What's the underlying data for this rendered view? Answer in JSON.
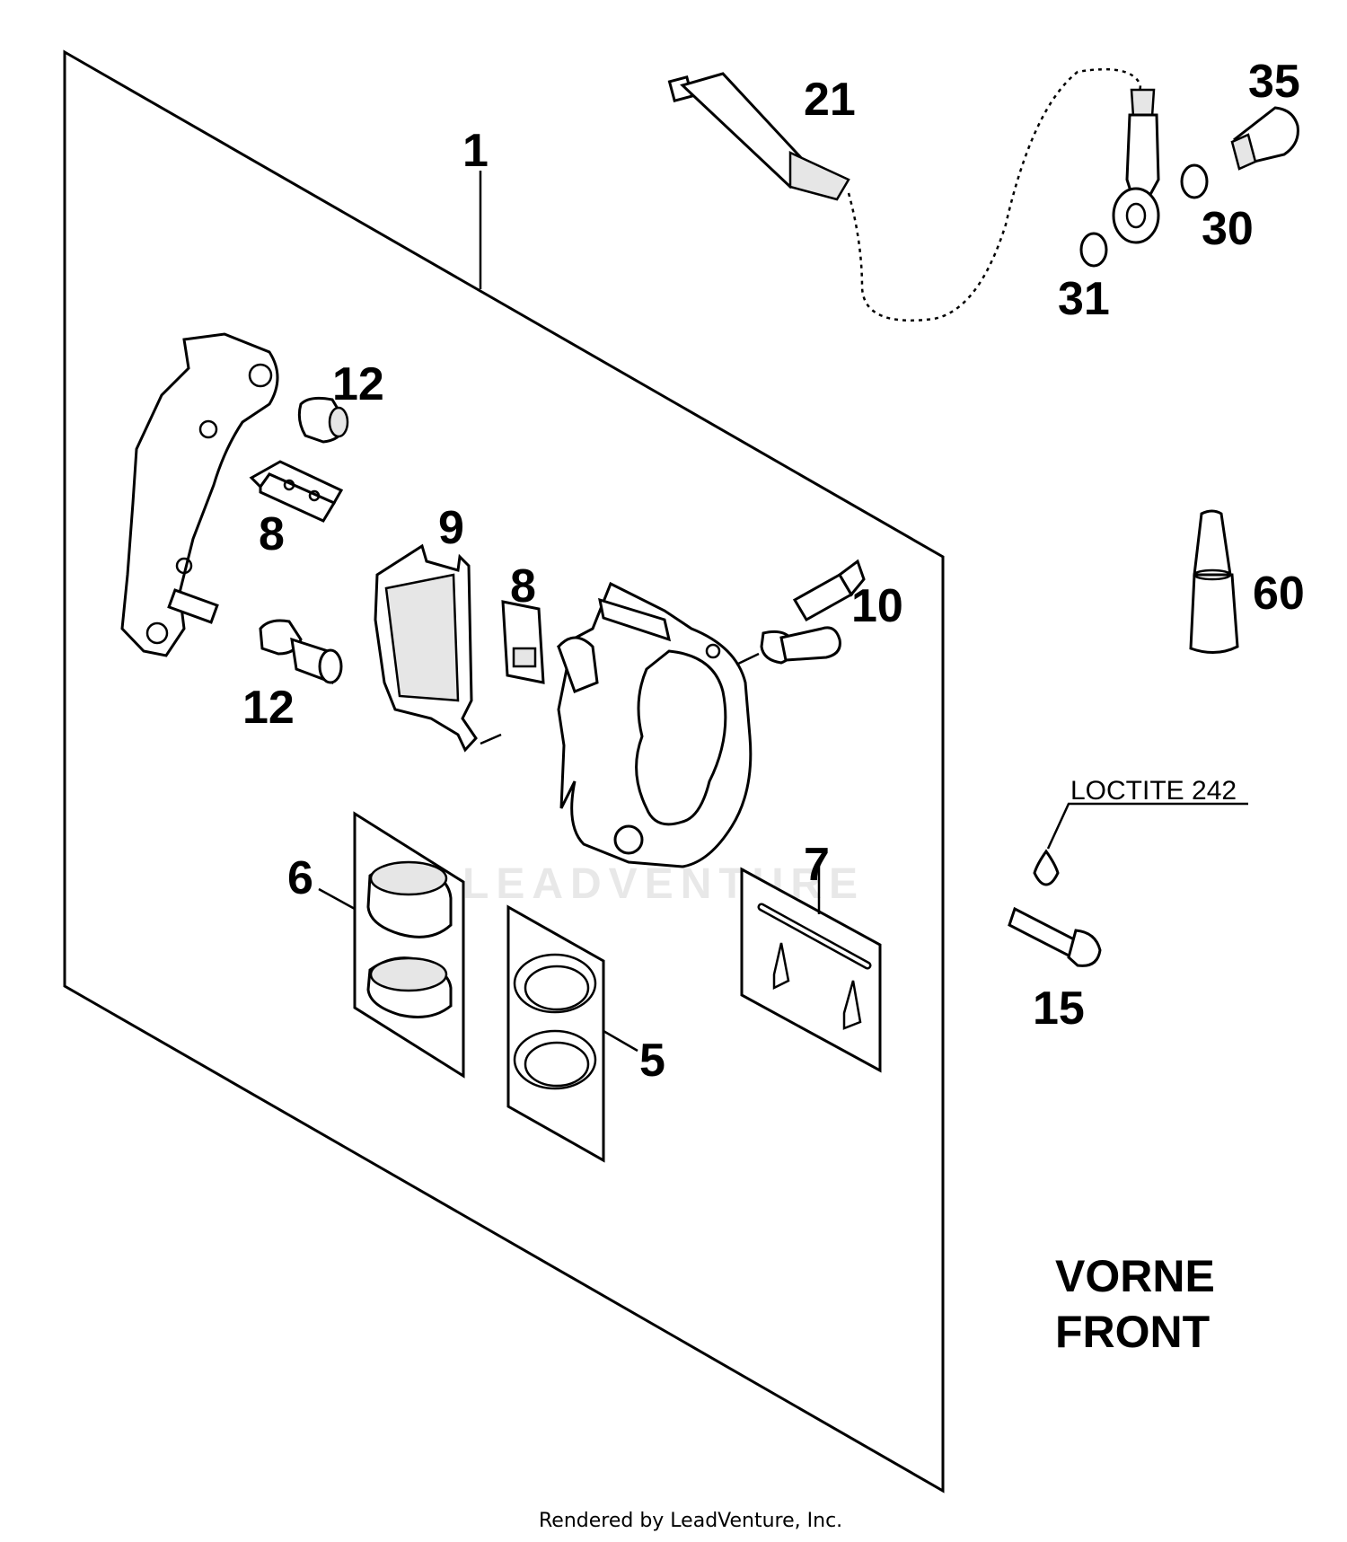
{
  "callouts": {
    "c1": "1",
    "c5": "5",
    "c6": "6",
    "c7": "7",
    "c8a": "8",
    "c8b": "8",
    "c9": "9",
    "c10": "10",
    "c12a": "12",
    "c12b": "12",
    "c15": "15",
    "c21": "21",
    "c30": "30",
    "c31": "31",
    "c35": "35",
    "c60": "60"
  },
  "note": {
    "loctite": "LOCTITE 242"
  },
  "heading": {
    "line1": "VORNE",
    "line2": "FRONT"
  },
  "watermark": "LEADVENTURE",
  "footer": "Rendered by LeadVenture, Inc."
}
